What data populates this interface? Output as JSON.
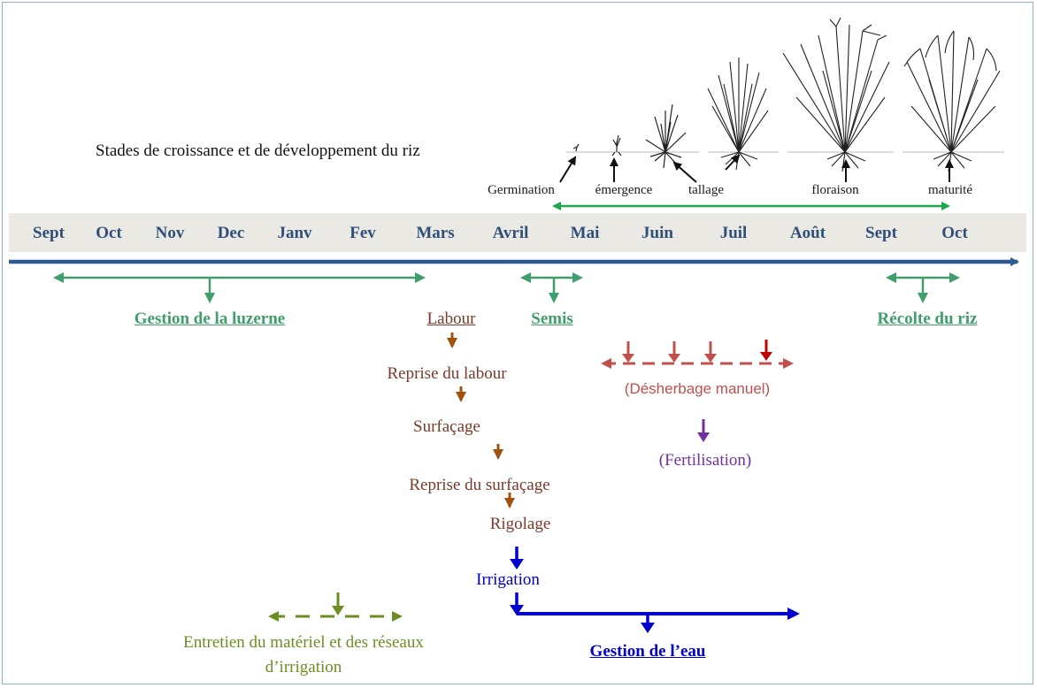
{
  "title": "Stades de croissance et de développement du riz",
  "stages": [
    "Germination",
    "émergence",
    "tallage",
    "floraison",
    "maturité"
  ],
  "months": [
    "Sept",
    "Oct",
    "Nov",
    "Dec",
    "Janv",
    "Fev",
    "Mars",
    "Avril",
    "Mai",
    "Juin",
    "Juil",
    "Août",
    "Sept",
    "Oct"
  ],
  "periods": {
    "luzerne": "Gestion de la luzerne",
    "semis": "Semis",
    "recolte": "Récolte du riz"
  },
  "soil_steps": [
    "Labour",
    "Reprise du labour",
    "Surfaçage",
    "Reprise du surfaçage",
    "Rigolage",
    "Irrigation"
  ],
  "desherbage": "(Désherbage manuel)",
  "fertilisation": "(Fertilisation)",
  "entretien": [
    "Entretien  du matériel  et des réseaux",
    "d’irrigation"
  ],
  "gestion_eau": "Gestion de l’eau",
  "colors": {
    "timeline": "#2f5a8f",
    "month_text": "#2f4f7a",
    "green": "#3f9e6a",
    "brown": "#a0510f",
    "soil_text": "#7a3a2a",
    "red": "#c0504d",
    "purple": "#7030a0",
    "blue": "#0000cc",
    "olive": "#6b8e23"
  }
}
